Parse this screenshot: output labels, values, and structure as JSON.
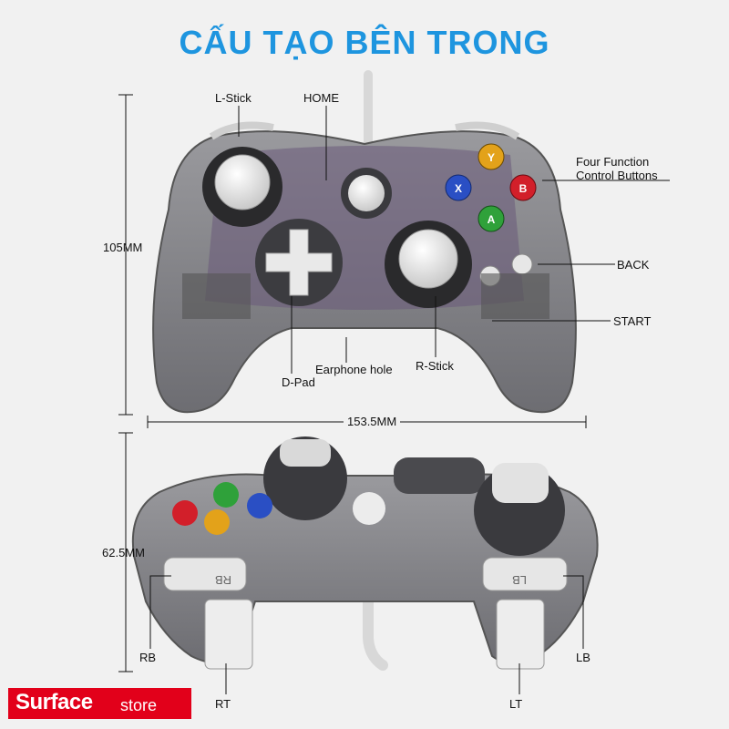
{
  "title": "CẤU TẠO BÊN TRONG",
  "labels": {
    "l_stick": "L-Stick",
    "home": "HOME",
    "four_function": [
      "Four Function",
      "Control Buttons"
    ],
    "back": "BACK",
    "start": "START",
    "d_pad": "D-Pad",
    "earphone": "Earphone hole",
    "r_stick": "R-Stick",
    "rb": "RB",
    "rt": "RT",
    "lb": "LB",
    "lt": "LT",
    "btn_y": "Y",
    "btn_x": "X",
    "btn_b": "B",
    "btn_a": "A"
  },
  "dimensions": {
    "height_top": "105MM",
    "width": "153.5MM",
    "height_bottom": "62.5MM"
  },
  "logo": {
    "bold": "Surface",
    "small": "store"
  },
  "colors": {
    "title": "#1e95df",
    "button_y": "#e3a21a",
    "button_x": "#2a4fc4",
    "button_b": "#d21f2a",
    "button_a": "#2fa13a",
    "logo_bg": "#e2001a"
  }
}
